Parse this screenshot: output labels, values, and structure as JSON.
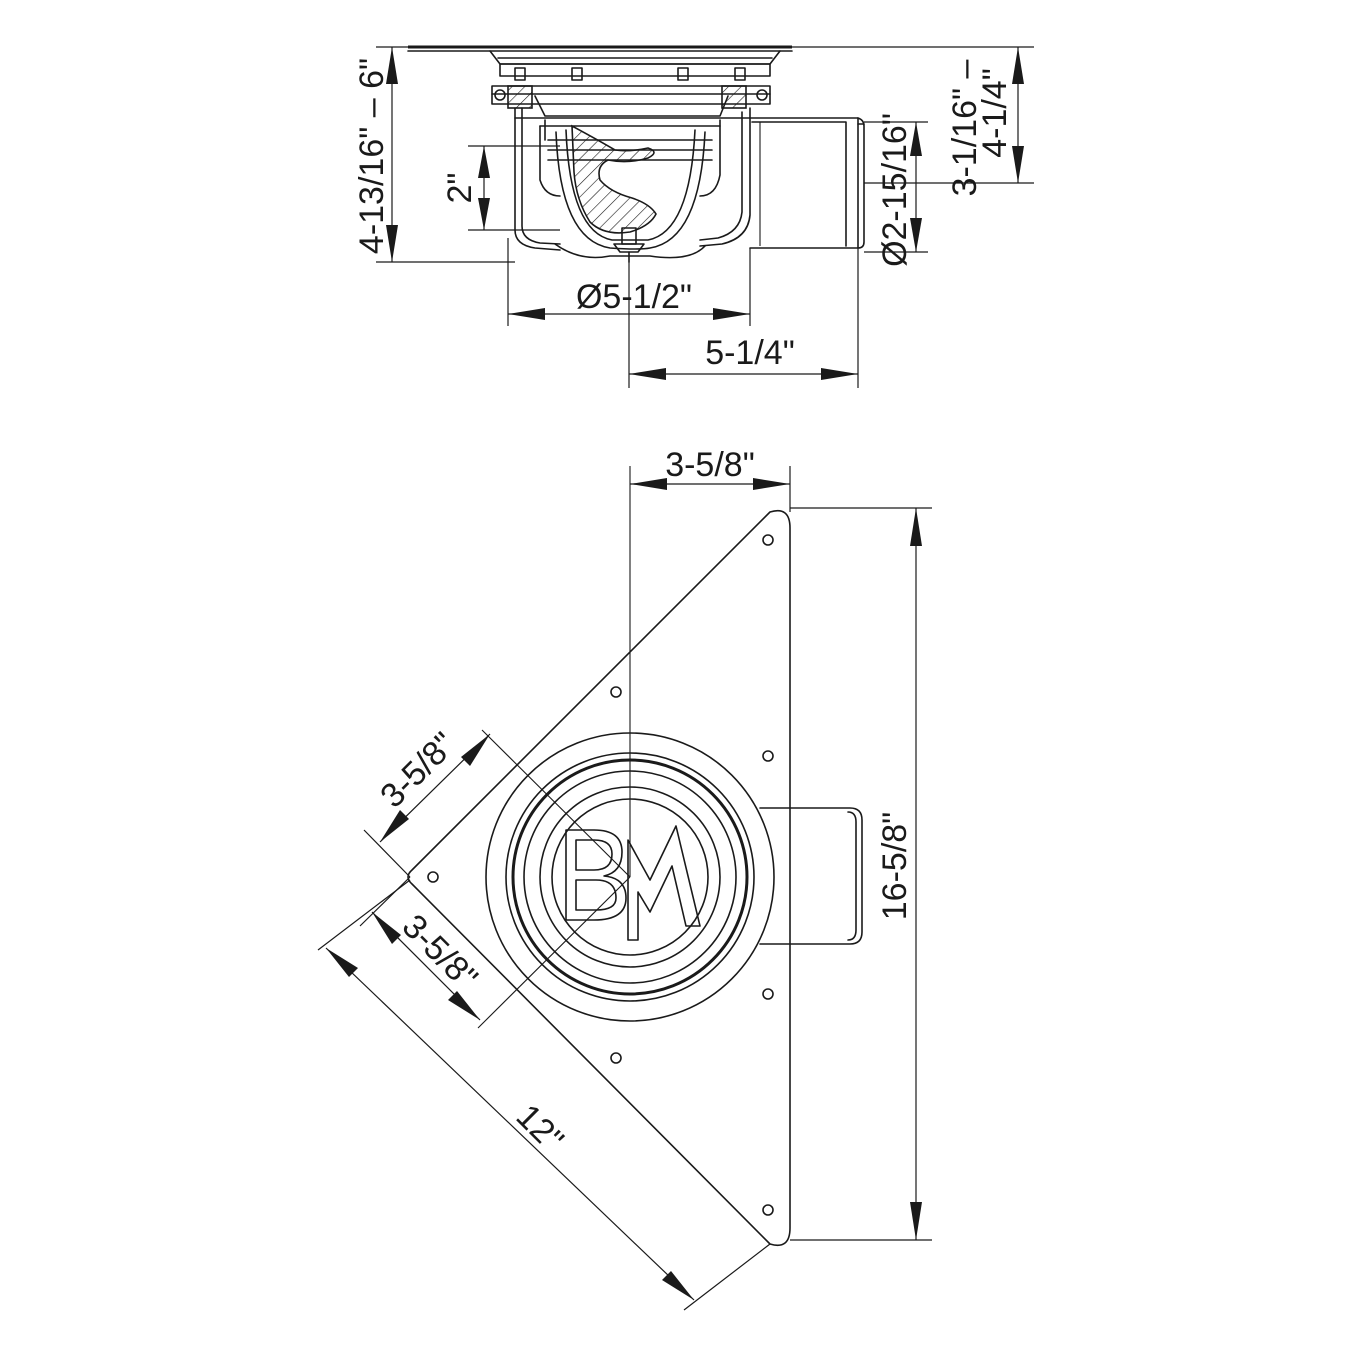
{
  "diagram": {
    "section_view": {
      "dim_overall_height": "4-13/16\" – 6\"",
      "dim_water_seal": "2\"",
      "dim_outlet_height_line1": "3-1/16\" –",
      "dim_outlet_height_line2": "4-1/4\"",
      "dim_outlet_diameter": "Ø2-15/16\"",
      "dim_body_diameter": "Ø5-1/2\"",
      "dim_outlet_offset": "5-1/4\""
    },
    "plan_view": {
      "dim_top_offset": "3-5/8\"",
      "dim_left_upper_offset": "3-5/8\"",
      "dim_left_lower_offset": "3-5/8\"",
      "dim_right_height": "16-5/8\"",
      "dim_diagonal_length": "12\""
    }
  }
}
